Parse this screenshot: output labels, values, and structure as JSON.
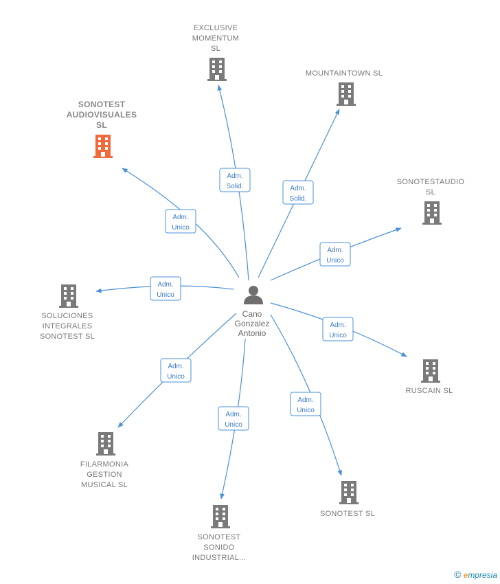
{
  "center": {
    "lines": [
      "Cano",
      "Gonzalez",
      "Antonio"
    ],
    "icon": "person-icon"
  },
  "companies": [
    {
      "id": "exclusive",
      "lines": [
        "EXCLUSIVE",
        "MOMENTUM",
        "SL"
      ],
      "highlight": false,
      "role": [
        "Adm.",
        "Solid."
      ]
    },
    {
      "id": "mountaintown",
      "lines": [
        "MOUNTAINTOWN SL"
      ],
      "highlight": false,
      "role": [
        "Adm.",
        "Solid."
      ]
    },
    {
      "id": "sonotestaudio",
      "lines": [
        "SONOTESTAUDIO",
        "SL"
      ],
      "highlight": false,
      "role": [
        "Adm.",
        "Unico"
      ]
    },
    {
      "id": "ruscain",
      "lines": [
        "RUSCAIN SL"
      ],
      "highlight": false,
      "role": [
        "Adm.",
        "Unico"
      ]
    },
    {
      "id": "sonotest",
      "lines": [
        "SONOTEST  SL"
      ],
      "highlight": false,
      "role": [
        "Adm.",
        "Unico"
      ]
    },
    {
      "id": "sonido",
      "lines": [
        "SONOTEST",
        "SONIDO",
        "INDUSTRIAL..."
      ],
      "highlight": false,
      "role": [
        "Adm.",
        "Unico"
      ]
    },
    {
      "id": "filarmonia",
      "lines": [
        "FILARMONIA",
        "GESTION",
        "MUSICAL SL"
      ],
      "highlight": false,
      "role": [
        "Adm.",
        "Unico"
      ]
    },
    {
      "id": "soluciones",
      "lines": [
        "SOLUCIONES",
        "INTEGRALES",
        "SONOTEST  SL"
      ],
      "highlight": false,
      "role": [
        "Adm.",
        "Unico"
      ]
    },
    {
      "id": "audiovisuales",
      "lines": [
        "SONOTEST",
        "AUDIOVISUALES",
        "SL"
      ],
      "highlight": true,
      "role": [
        "Adm.",
        "Unico"
      ]
    }
  ],
  "colors": {
    "edge": "#4a90d9",
    "building": "#7a7a7a",
    "building_highlight": "#f26a3c",
    "person": "#6f6f6f"
  },
  "brand": {
    "copyright": "©",
    "e": "e",
    "rest": "mpresia"
  }
}
